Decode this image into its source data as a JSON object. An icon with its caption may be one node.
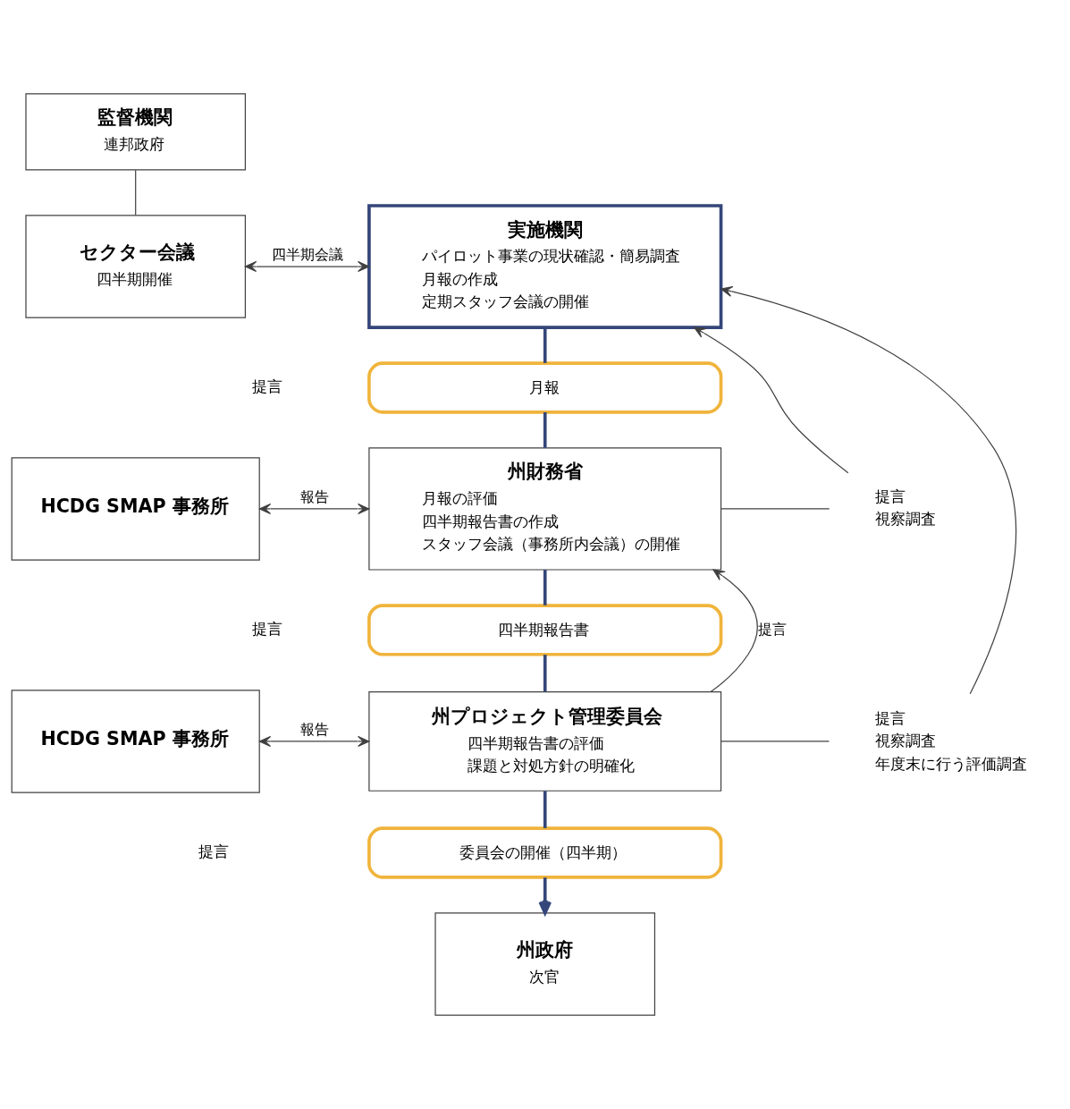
{
  "diagram": {
    "nodes": [
      {
        "text": [
          "監督機関",
          "連邦政府"
        ]
      },
      {
        "text": [
          "セクター会議",
          "四半期開催"
        ]
      },
      {
        "text": [
          "実施機関",
          "パイロット事業の現状確認・簡易調査",
          "月報の作成",
          "定期スタッフ会議の開催"
        ]
      },
      {
        "text": [
          "月報"
        ]
      },
      {
        "text": [
          "州財務省",
          "月報の評価",
          "四半期報告書の作成",
          "スタッフ会議（事務所内会議）の開催"
        ]
      },
      {
        "text": [
          "HCDG SMAP 事務所"
        ]
      },
      {
        "text": [
          "四半期報告書"
        ]
      },
      {
        "text": [
          "HCDG SMAP 事務所"
        ]
      },
      {
        "text": [
          "州プロジェクト管理委員会",
          "四半期報告書の評価",
          "課題と対処方針の明確化"
        ]
      },
      {
        "text": [
          "委員会の開催（四半期）"
        ]
      },
      {
        "text": [
          "州政府",
          "次官"
        ]
      },
      {
        "text": [
          "提言",
          "視察調査"
        ]
      },
      {
        "text": [
          "提言",
          "視察調査",
          "年度末に行う評価調査"
        ]
      }
    ],
    "edges": [
      {
        "from": 0,
        "to": 1,
        "arrow": "none"
      },
      {
        "from": 1,
        "to": 2,
        "arrow": "both",
        "label": "四半期会議"
      },
      {
        "from": 5,
        "to": 4,
        "arrow": "both",
        "label": "報告"
      },
      {
        "from": 7,
        "to": 8,
        "arrow": "both",
        "label": "報告"
      },
      {
        "from": 2,
        "to": 3,
        "arrow": "none",
        "style": "thick",
        "color": "#34467a"
      },
      {
        "from": 3,
        "to": 4,
        "arrow": "none",
        "style": "thick",
        "color": "#34467a"
      },
      {
        "from": 4,
        "to": 6,
        "arrow": "none",
        "style": "thick",
        "color": "#34467a"
      },
      {
        "from": 6,
        "to": 8,
        "arrow": "none",
        "style": "thick",
        "color": "#34467a"
      },
      {
        "from": 8,
        "to": 9,
        "arrow": "none",
        "style": "thick",
        "color": "#34467a"
      },
      {
        "from": 9,
        "to": 10,
        "arrow": "to",
        "style": "thick",
        "color": "#34467a"
      },
      {
        "from": 4,
        "to": 11,
        "arrow": "none"
      },
      {
        "from": 11,
        "to": 2,
        "arrow": "to"
      },
      {
        "from": 8,
        "to": 4,
        "arrow": "to",
        "label": "提言"
      },
      {
        "from": 8,
        "to": 12,
        "arrow": "none"
      },
      {
        "from": 12,
        "to": 2,
        "arrow": "to"
      }
    ],
    "labels": [
      "提言",
      "提言",
      "提言"
    ]
  }
}
